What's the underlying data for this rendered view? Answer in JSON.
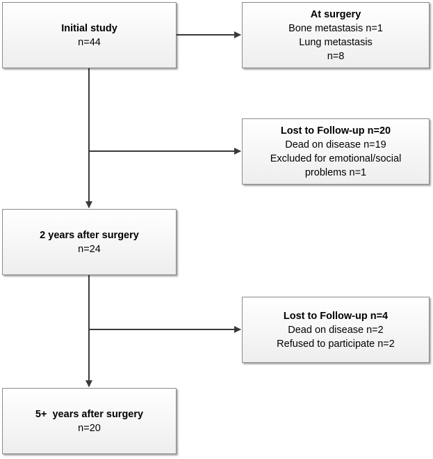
{
  "boxes": {
    "initial": {
      "title": "Initial study",
      "lines": [
        "n=44"
      ]
    },
    "surgery": {
      "title": "At surgery",
      "lines": [
        "Bone metastasis n=1",
        "Lung metastasis",
        "n=8"
      ]
    },
    "lost1": {
      "title": "Lost to Follow-up n=20",
      "lines": [
        "Dead on disease n=19",
        "Excluded for emotional/social",
        "problems n=1"
      ]
    },
    "two_years": {
      "title": "2 years after surgery",
      "lines": [
        "n=24"
      ]
    },
    "lost2": {
      "title": "Lost to Follow-up n=4",
      "lines": [
        "Dead on disease n=2",
        "Refused to participate n=2"
      ]
    },
    "five_years": {
      "title": "5+  years after surgery",
      "lines": [
        "n=20"
      ]
    }
  },
  "colors": {
    "box_border": "#8a8a8a",
    "box_fill_top": "#ffffff",
    "box_fill_bottom": "#eeeeee",
    "connector": "#3a3a3a"
  }
}
